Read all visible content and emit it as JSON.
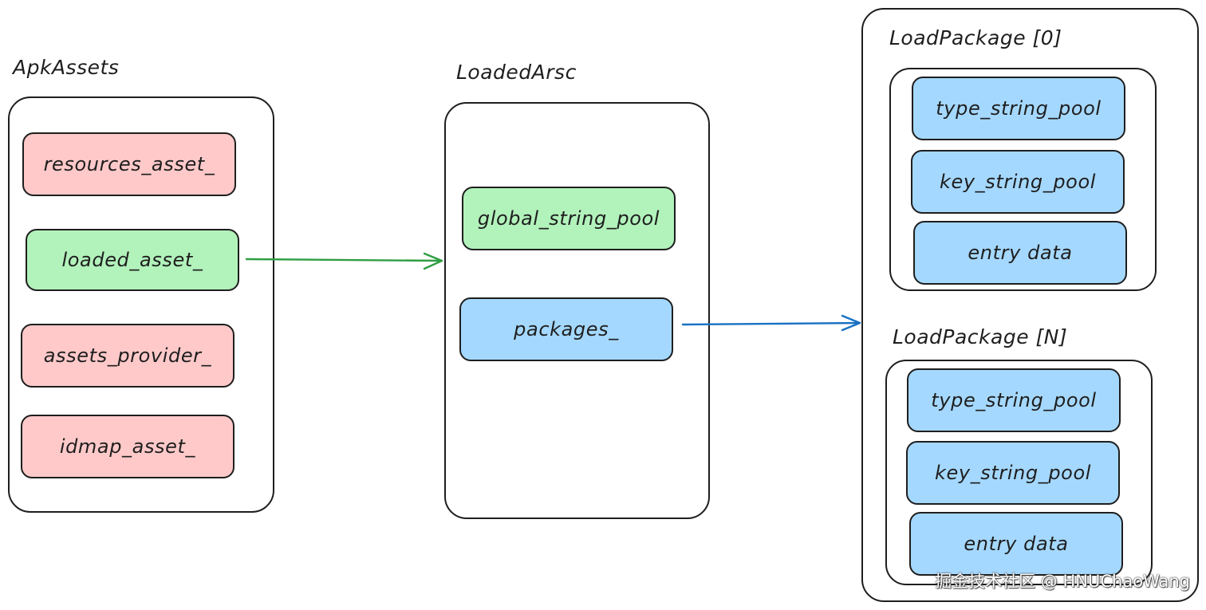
{
  "apk_assets": {
    "title": "ApkAssets",
    "fields": [
      {
        "label": "resources_asset_",
        "color": "#ffc9c9"
      },
      {
        "label": "loaded_asset_",
        "color": "#b2f2bb"
      },
      {
        "label": "assets_provider_",
        "color": "#ffc9c9"
      },
      {
        "label": "idmap_asset_",
        "color": "#ffc9c9"
      }
    ]
  },
  "loaded_arsc": {
    "title": "LoadedArsc",
    "fields": [
      {
        "label": "global_string_pool",
        "color": "#b2f2bb"
      },
      {
        "label": "packages_",
        "color": "#a5d8ff"
      }
    ]
  },
  "load_packages": [
    {
      "title": "LoadPackage [0]",
      "fields": [
        {
          "label": "type_string_pool",
          "color": "#a5d8ff"
        },
        {
          "label": "key_string_pool",
          "color": "#a5d8ff"
        },
        {
          "label": "entry data",
          "color": "#a5d8ff"
        }
      ]
    },
    {
      "title": "LoadPackage [N]",
      "fields": [
        {
          "label": "type_string_pool",
          "color": "#a5d8ff"
        },
        {
          "label": "key_string_pool",
          "color": "#a5d8ff"
        },
        {
          "label": "entry data",
          "color": "#a5d8ff"
        }
      ]
    }
  ],
  "arrows": [
    {
      "from": "loaded_asset_",
      "to": "LoadedArsc",
      "color": "#2f9e44"
    },
    {
      "from": "packages_",
      "to": "LoadPackage",
      "color": "#1971c2"
    }
  ],
  "watermark": "掘金技术社区 @ HNUChaoWang"
}
